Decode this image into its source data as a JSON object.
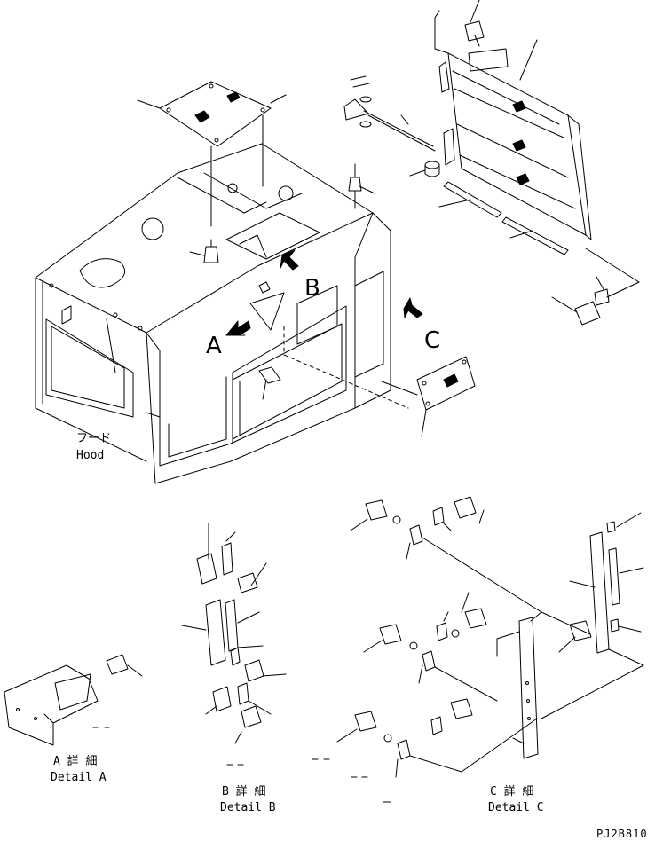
{
  "labels": {
    "hood_jp": "フード",
    "hood_en": "Hood",
    "view_a": "A",
    "view_b": "B",
    "view_c": "C",
    "detail_a_jp": "A 詳 細",
    "detail_a_en": "Detail A",
    "detail_b_jp": "B 詳 細",
    "detail_b_en": "Detail B",
    "detail_c_jp": "C 詳 細",
    "detail_c_en": "Detail C",
    "drawing_no": "PJ2B810"
  }
}
